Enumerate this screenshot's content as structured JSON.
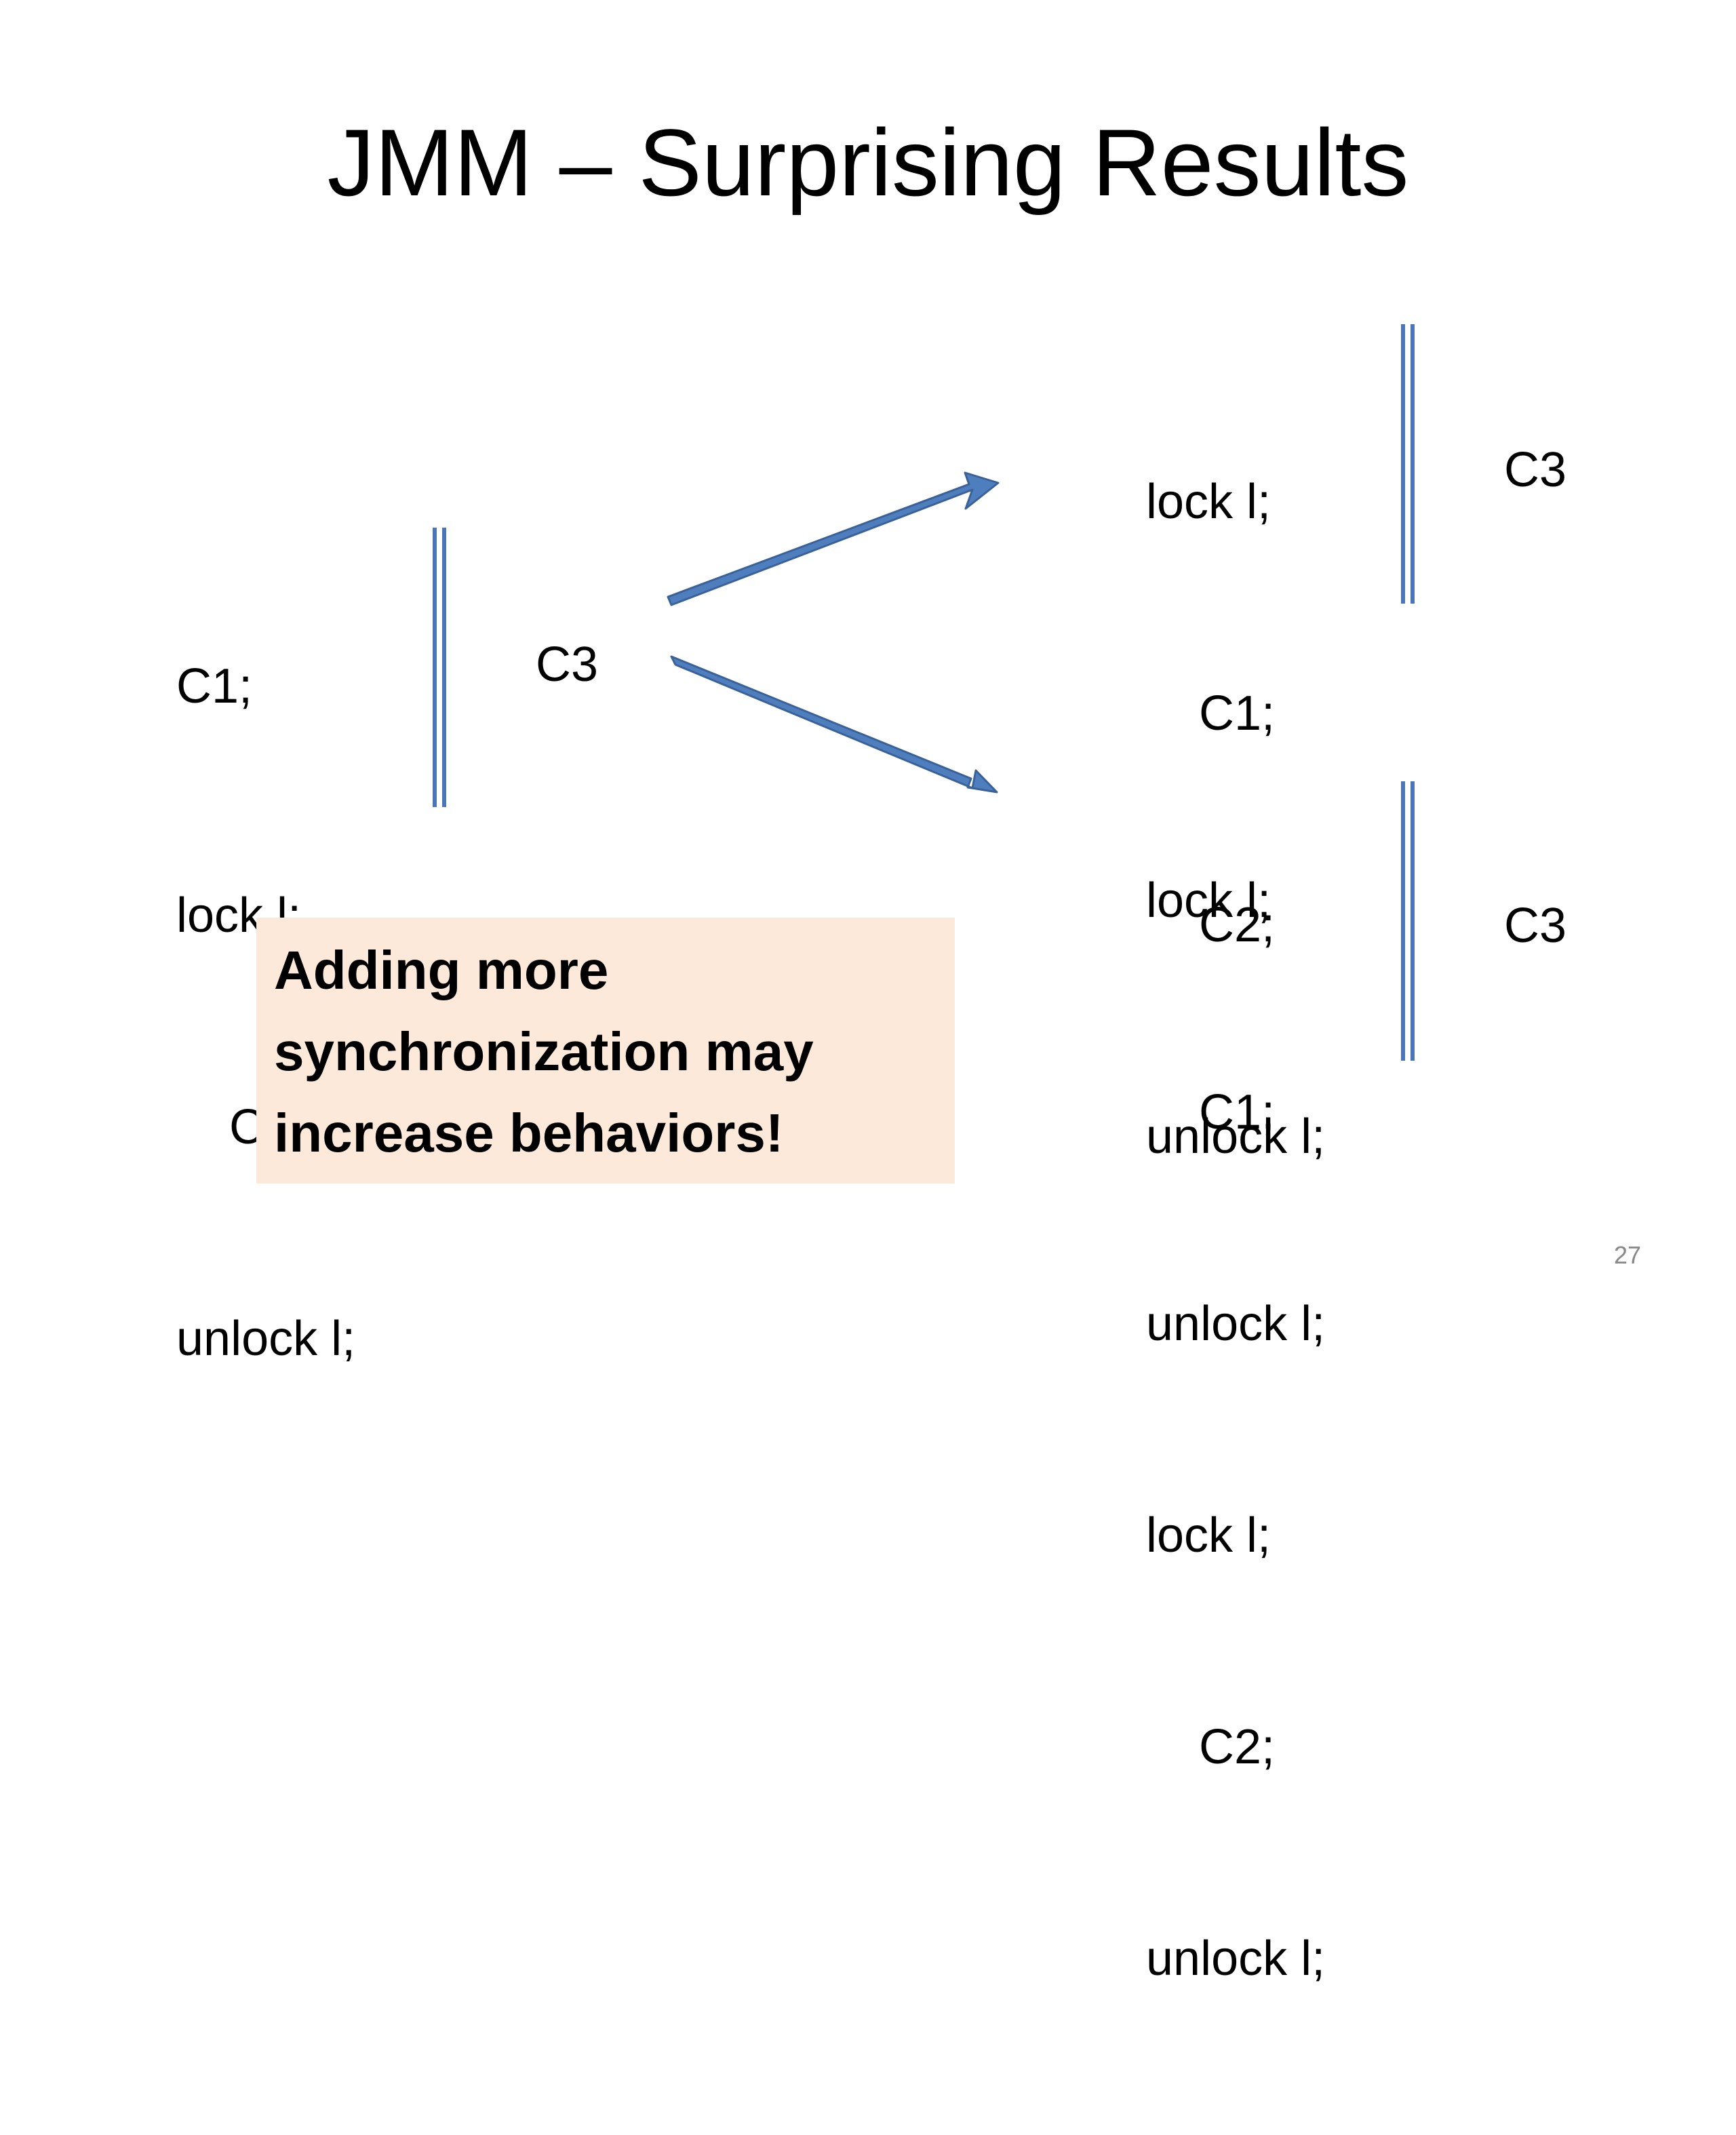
{
  "title": "JMM – Surprising Results",
  "left_program": {
    "lines": [
      "C1;",
      "lock l;",
      "C2;",
      "unlock l;"
    ],
    "parallel_label": "C3"
  },
  "top_right_program": {
    "lines": [
      "lock l;",
      "C1;",
      "C2;",
      "unlock l;"
    ],
    "parallel_label": "C3"
  },
  "bottom_right_program": {
    "lines": [
      "lock l;",
      "C1;",
      "unlock l;",
      "lock l;",
      "C2;",
      "unlock l;"
    ],
    "parallel_label": "C3"
  },
  "callout": {
    "lines": [
      "Adding more",
      "synchronization may",
      "increase behaviors!"
    ]
  },
  "page_number": "27",
  "colors": {
    "parallel_bar": "#4a76b8",
    "arrow_fill": "#4f7ebf",
    "arrow_stroke": "#3a6298",
    "callout_bg": "#fce9da"
  }
}
